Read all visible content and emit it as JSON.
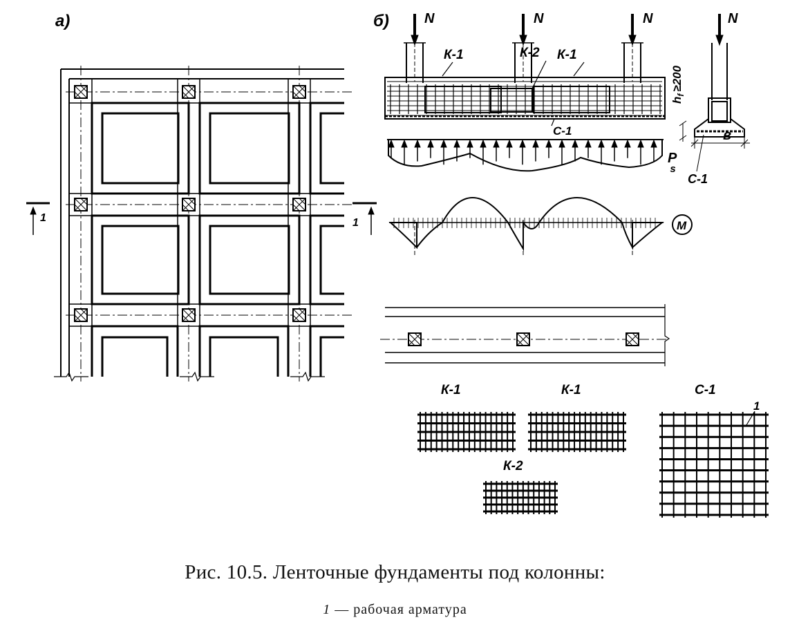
{
  "figure": {
    "panel_a_label": "а)",
    "panel_b_label": "б)",
    "section_mark": "1",
    "load_label": "N",
    "cage_k1": "К-1",
    "cage_k2": "К-2",
    "mesh_c1": "С-1",
    "height_label": "h",
    "height_sub": "f",
    "height_condition": "≥200",
    "width_label": "в",
    "pressure_label": "P",
    "pressure_sub": "s",
    "moment_label": "M",
    "mesh_callout": "1"
  },
  "caption": {
    "title": "Рис. 10.5. Ленточные фундаменты под колонны:",
    "legend_number": "1",
    "legend_text": "— рабочая арматура"
  }
}
